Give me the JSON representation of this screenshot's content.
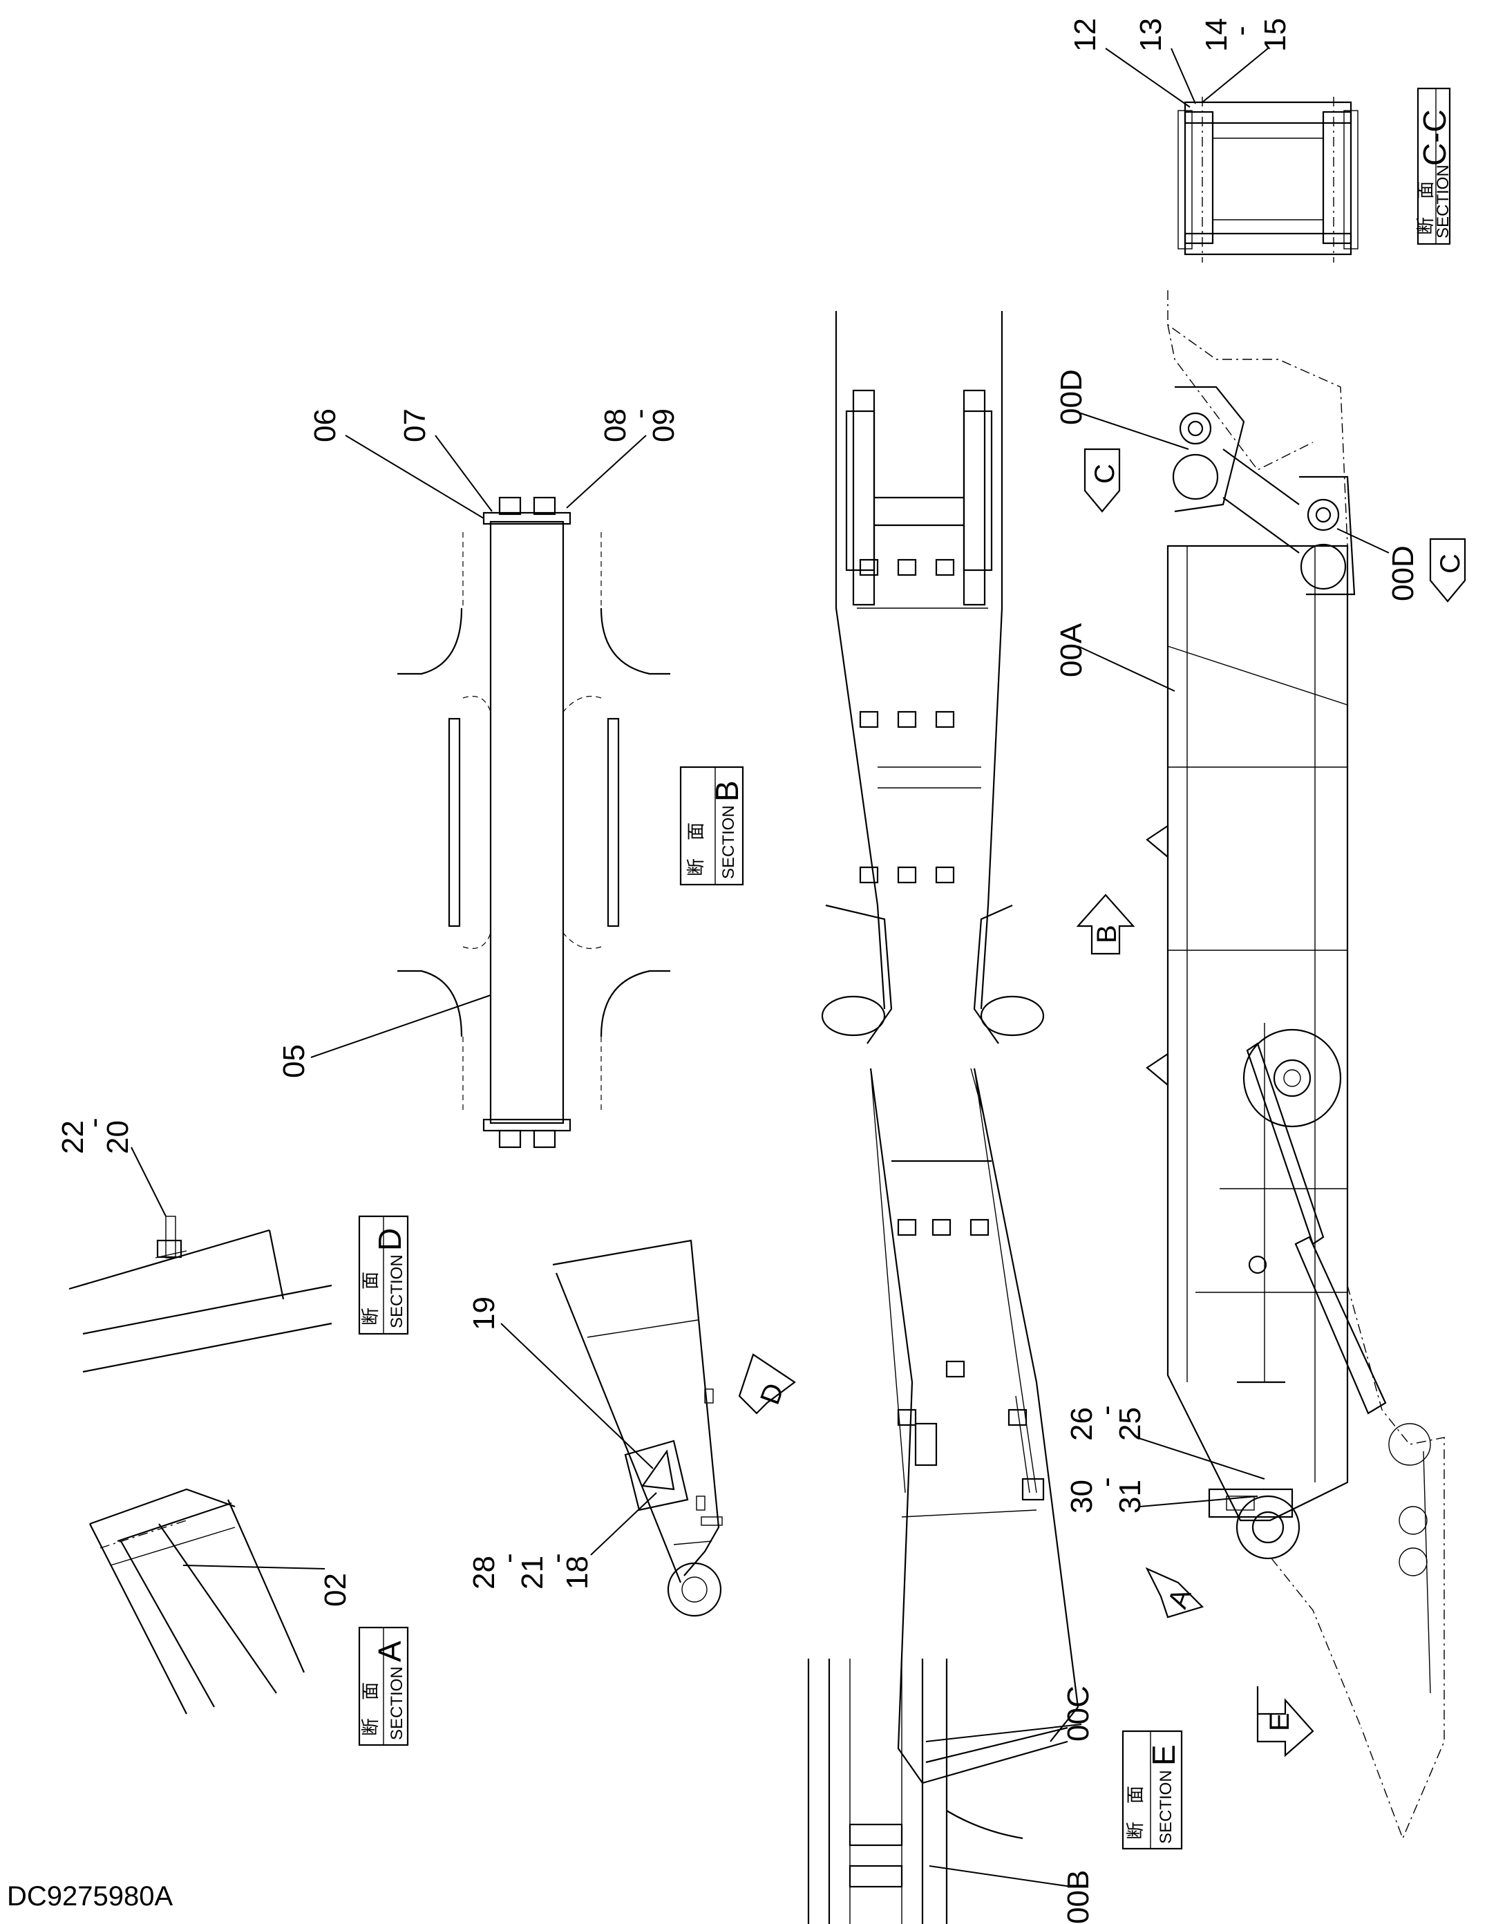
{
  "document_number": "DC9275980A",
  "sections": {
    "a": {
      "jp": "断　面",
      "en": "SECTION",
      "letter": "A"
    },
    "b": {
      "jp": "断　面",
      "en": "SECTION",
      "letter": "B"
    },
    "cc": {
      "jp": "断　面",
      "en": "SECTION",
      "letter": "C-C"
    },
    "d": {
      "jp": "断　面",
      "en": "SECTION",
      "letter": "D"
    },
    "e": {
      "jp": "断　面",
      "en": "SECTION",
      "letter": "E"
    }
  },
  "view_arrows": {
    "a": "A",
    "b": "B",
    "c_top": "C",
    "c_bottom": "C",
    "d": "D",
    "e": "E"
  },
  "callouts": {
    "p02": "02",
    "p05": "05",
    "p06": "06",
    "p07": "07",
    "p08": "08",
    "p08_dash": "-",
    "p09": "09",
    "p12": "12",
    "p13": "13",
    "p14": "14",
    "p14_dash": "-",
    "p15": "15",
    "p18": "18",
    "p18_dash": "-",
    "p19": "19",
    "p20": "20",
    "p20_dash": "-",
    "p21": "21",
    "p21_dash": "-",
    "p22": "22",
    "p25": "25",
    "p25_dash": "-",
    "p26": "26",
    "p28": "28",
    "p30": "30",
    "p30_dash": "-",
    "p31": "31",
    "p00a": "00A",
    "p00b": "00B",
    "p00c": "00C",
    "p00d_top": "00D",
    "p00d_bottom": "00D"
  }
}
